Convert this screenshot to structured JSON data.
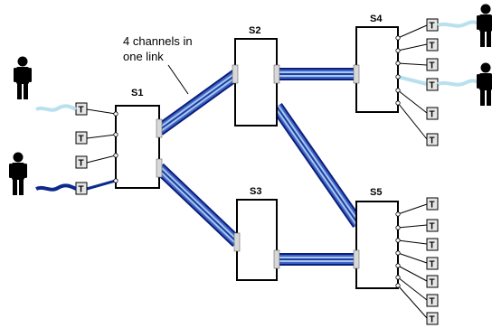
{
  "diagram": {
    "annotation": {
      "line1": "4 channels in",
      "line2": "one link"
    },
    "switches": [
      {
        "id": "s1",
        "label": "S1"
      },
      {
        "id": "s2",
        "label": "S2"
      },
      {
        "id": "s3",
        "label": "S3"
      },
      {
        "id": "s4",
        "label": "S4"
      },
      {
        "id": "s5",
        "label": "S5"
      }
    ],
    "terminal_label": "T",
    "colors": {
      "link_dark": "#0b1f7a",
      "link_mid": "#3f63c9",
      "link_light": "#a9c8ea",
      "signal_light": "#b9e0ee",
      "signal_dark": "#0b2a8c",
      "switch_border": "#000000",
      "terminal_fill": "#e6e6e6"
    }
  }
}
